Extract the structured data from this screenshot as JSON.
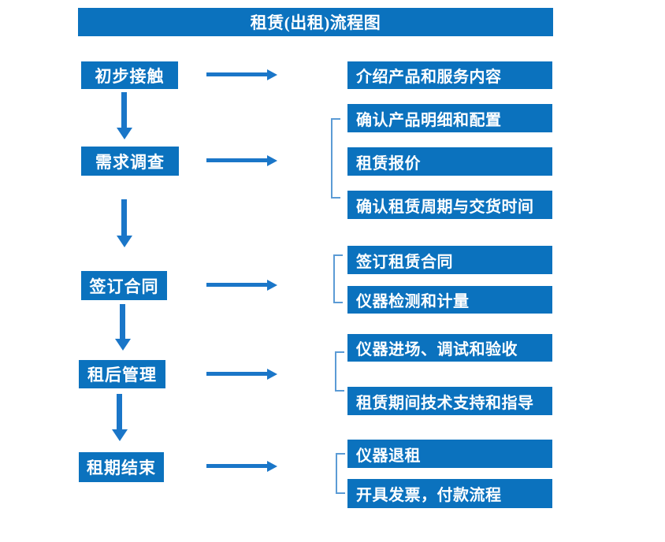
{
  "title": "租赁(出租)流程图",
  "colors": {
    "box_blue": "#0b72be",
    "arrow_blue": "#1a76c8",
    "bracket_blue": "#5b9bd5",
    "text_white": "#ffffff",
    "background": "#ffffff"
  },
  "steps": [
    {
      "label": "初步接触",
      "outputs": [
        "介绍产品和服务内容"
      ]
    },
    {
      "label": "需求调查",
      "outputs": [
        "确认产品明细和配置",
        "租赁报价",
        "确认租赁周期与交货时间"
      ]
    },
    {
      "label": "签订合同",
      "outputs": [
        "签订租赁合同",
        "仪器检测和计量"
      ]
    },
    {
      "label": "租后管理",
      "outputs": [
        "仪器进场、调试和验收",
        "租赁期间技术支持和指导"
      ]
    },
    {
      "label": "租期结束",
      "outputs": [
        "仪器退租",
        "开具发票，付款流程"
      ]
    }
  ]
}
